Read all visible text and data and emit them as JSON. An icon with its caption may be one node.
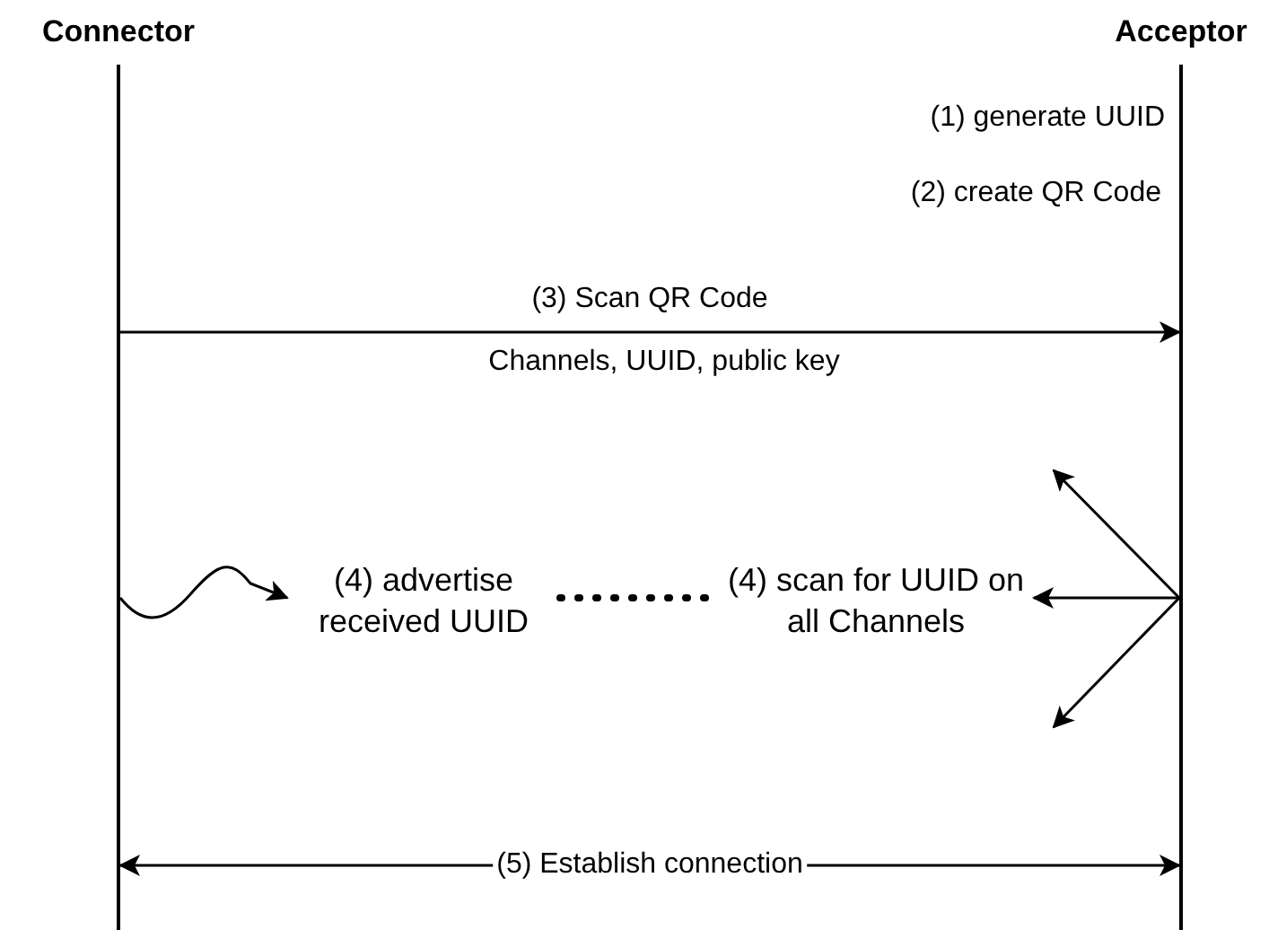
{
  "diagram": {
    "nodes": [
      {
        "text": [
          "Connector"
        ]
      },
      {
        "text": [
          "Acceptor"
        ]
      },
      {
        "text": [
          "(4) advertise received UUID"
        ]
      },
      {
        "text": [
          "(4) scan for UUID on all Channels"
        ]
      }
    ],
    "edges": [
      {
        "from": 0,
        "to": 1,
        "arrow": "to",
        "label": "(3) Scan QR Code"
      },
      {
        "from": 0,
        "to": 2,
        "arrow": "to"
      },
      {
        "from": 2,
        "to": 3,
        "arrow": "none",
        "style": "dashed"
      },
      {
        "from": 1,
        "to": 3,
        "arrow": "to"
      },
      {
        "from": 1,
        "to": null,
        "arrow": "to"
      },
      {
        "from": 1,
        "to": null,
        "arrow": "to"
      },
      {
        "from": 0,
        "to": 1,
        "arrow": "both",
        "label": "(5) Establish connection"
      }
    ],
    "labels": [
      "(1) generate UUID",
      "(2) create QR Code",
      "Channels, UUID, public key"
    ]
  }
}
